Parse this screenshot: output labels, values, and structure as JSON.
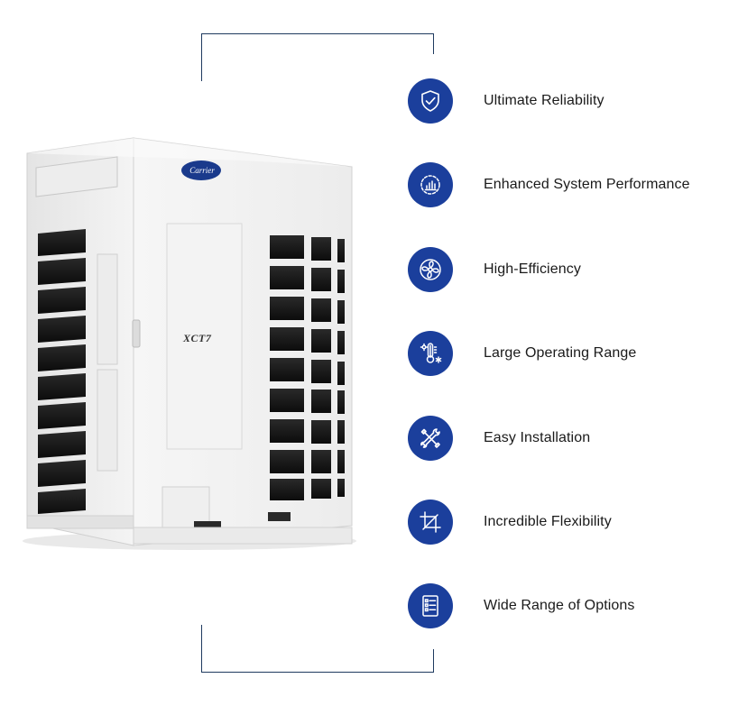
{
  "logo": {
    "text": "Carrier"
  },
  "model_badge": {
    "text": "XCT7"
  },
  "colors": {
    "accent": "#1b3f9c",
    "line": "#1f3a5f"
  },
  "features": [
    {
      "label": "Ultimate Reliability",
      "icon": "shield-check-icon"
    },
    {
      "label": "Enhanced System Performance",
      "icon": "gauge-chart-icon"
    },
    {
      "label": "High-Efficiency",
      "icon": "fan-icon"
    },
    {
      "label": "Large Operating Range",
      "icon": "thermometer-icon"
    },
    {
      "label": "Easy Installation",
      "icon": "tools-icon"
    },
    {
      "label": "Incredible Flexibility",
      "icon": "flexibility-icon"
    },
    {
      "label": "Wide Range of Options",
      "icon": "options-list-icon"
    }
  ]
}
